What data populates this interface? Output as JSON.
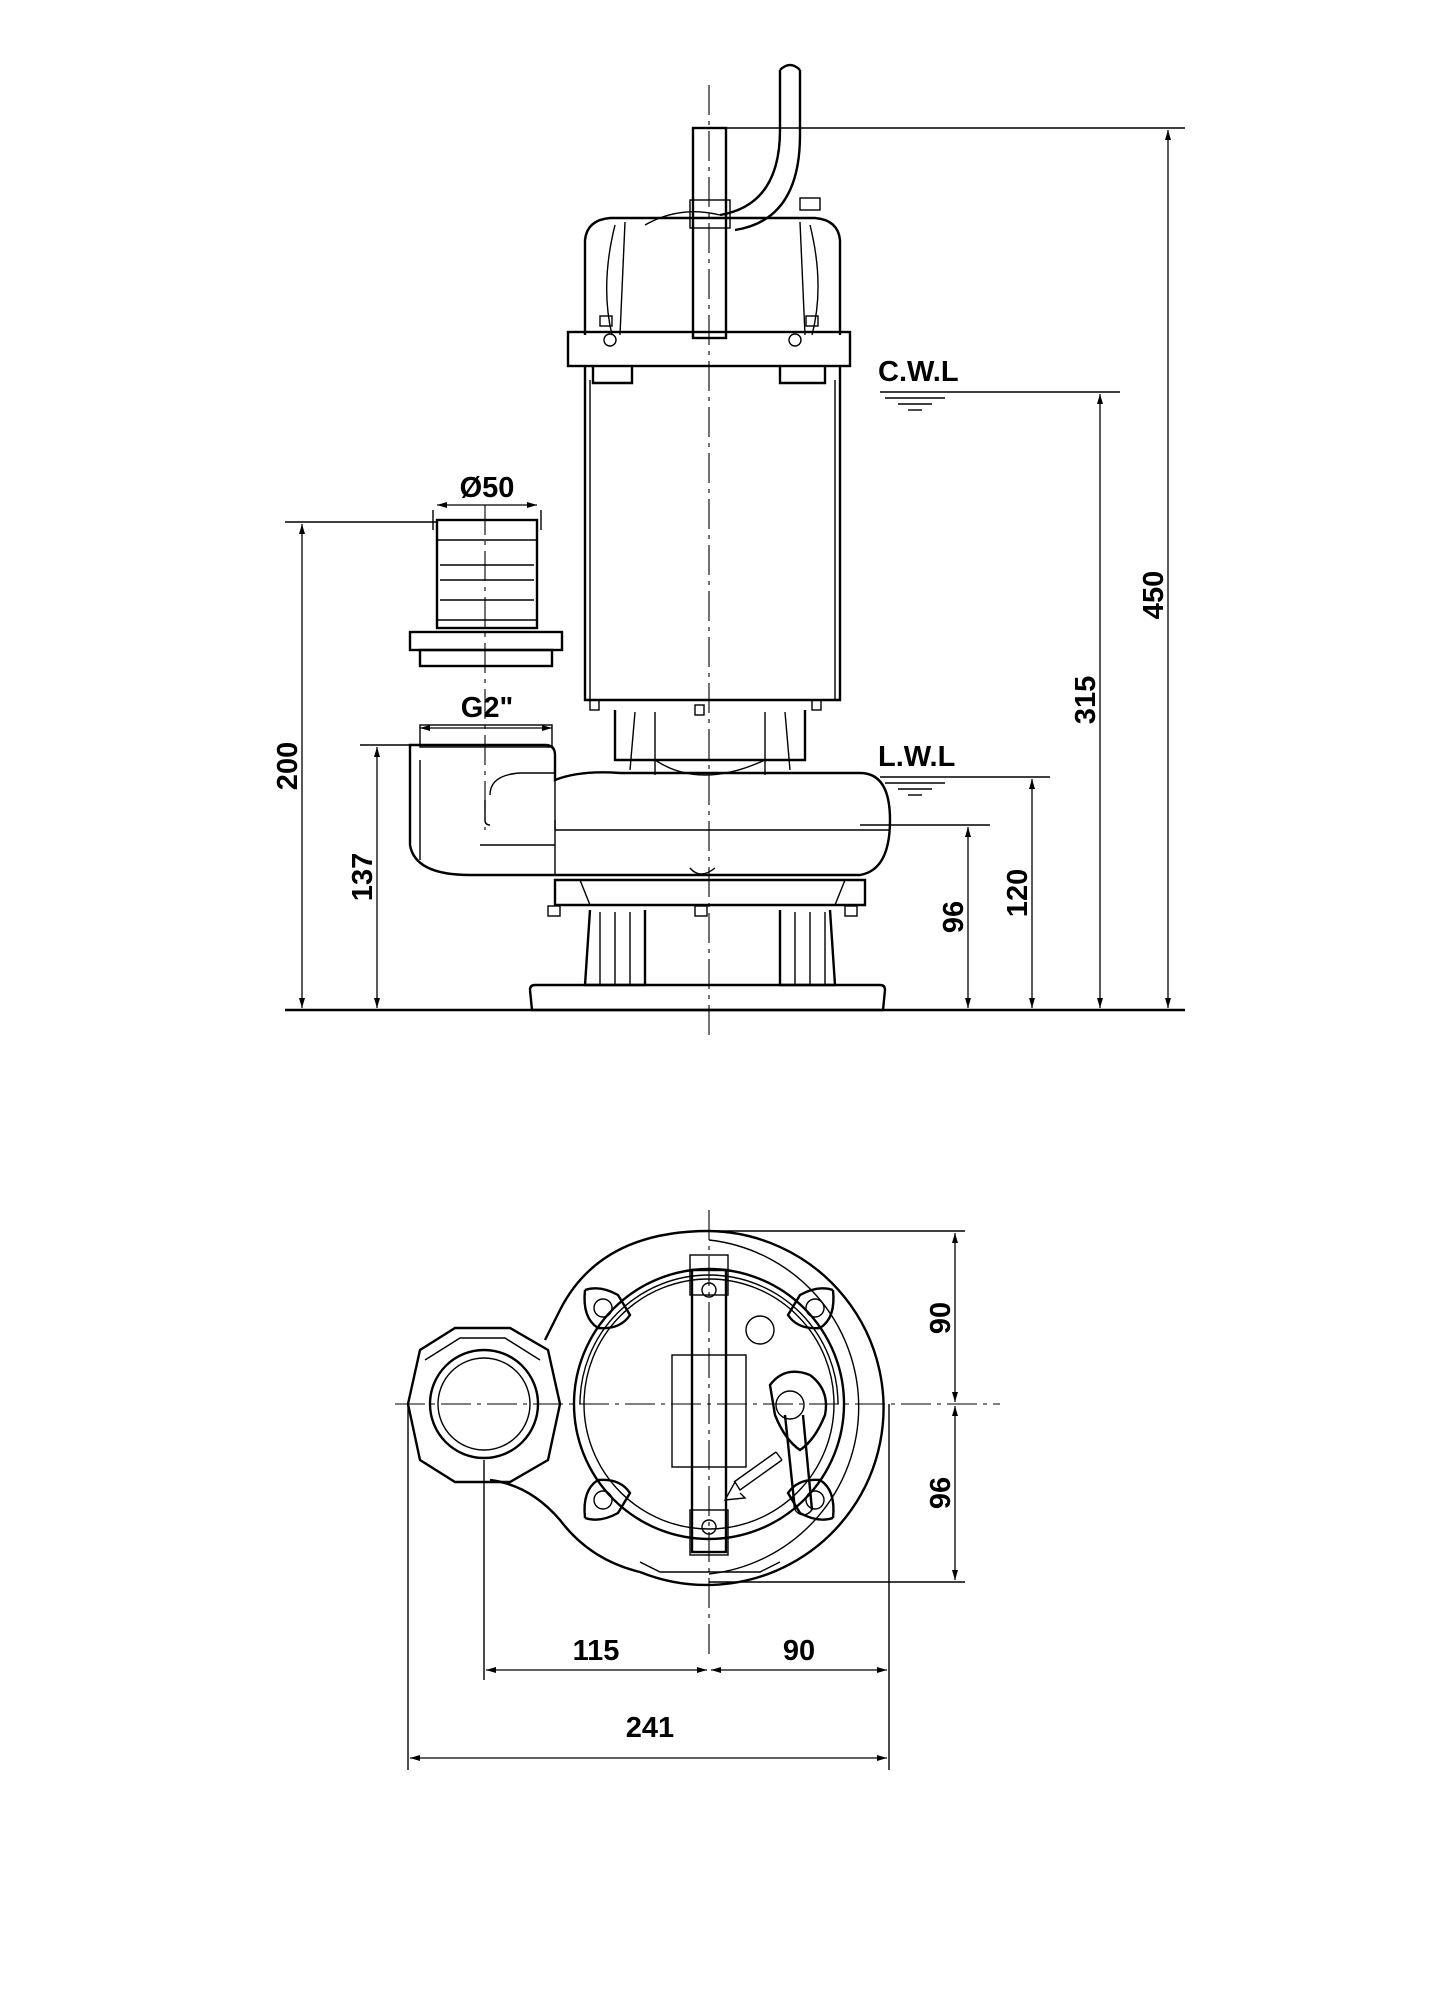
{
  "front_view": {
    "labels": {
      "cwl": "C.W.L",
      "lwl": "L.W.L",
      "outlet_dia": "Ø50",
      "thread": "G2\""
    },
    "dims": {
      "overall_height": "450",
      "cwl_height": "315",
      "lwl_height": "120",
      "impeller_height": "96",
      "outlet_height": "200",
      "outlet_center_height": "137"
    }
  },
  "bottom_view": {
    "dims": {
      "upper_radius": "90",
      "lower_radius": "96",
      "outlet_offset": "115",
      "right_offset": "90",
      "overall_width": "241"
    }
  }
}
